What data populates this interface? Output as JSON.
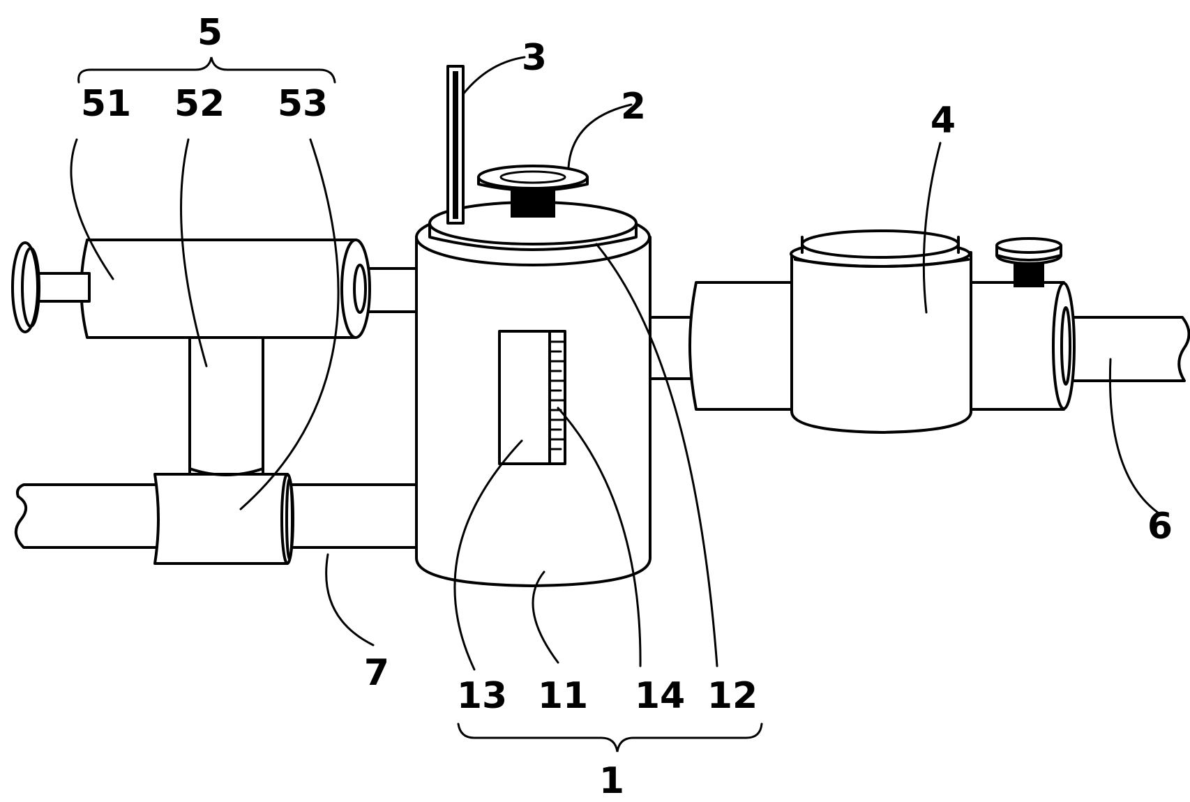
{
  "labels": {
    "l1": "1",
    "l2": "2",
    "l3": "3",
    "l4": "4",
    "l5": "5",
    "l6": "6",
    "l7": "7",
    "l11": "11",
    "l12": "12",
    "l13": "13",
    "l14": "14",
    "l51": "51",
    "l52": "52",
    "l53": "53"
  }
}
